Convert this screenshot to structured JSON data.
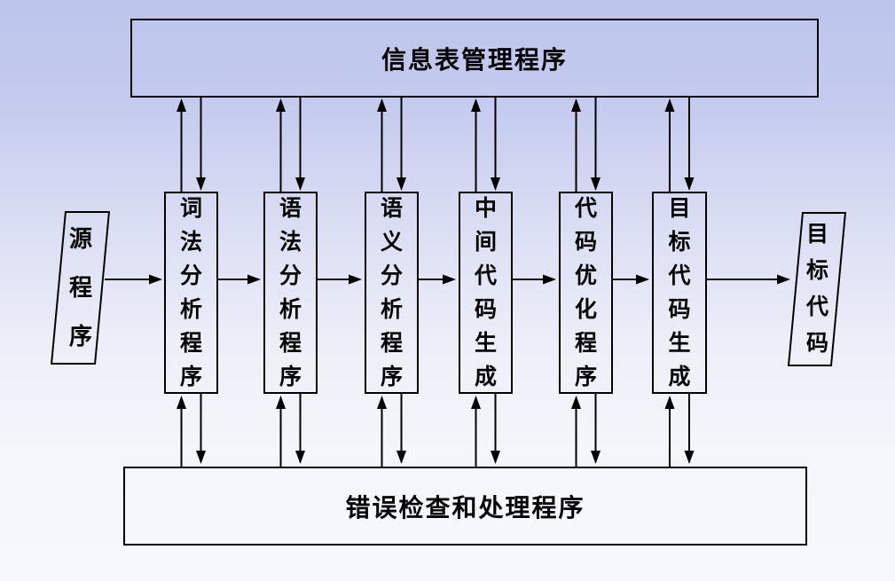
{
  "diagram": {
    "top_box": "信息表管理程序",
    "bottom_box": "错误检查和处理程序",
    "source": "源程序",
    "target": "目标代码",
    "stages": [
      "词法分析程序",
      "语法分析程序",
      "语义分析程序",
      "中间代码生成",
      "代码优化程序",
      "目标代码生成"
    ],
    "colors": {
      "background_top": "#bdc4ec",
      "background_bottom": "#f6f8fc",
      "shape_border": "#000000",
      "arrow": "#000000",
      "text": "#000000"
    }
  }
}
